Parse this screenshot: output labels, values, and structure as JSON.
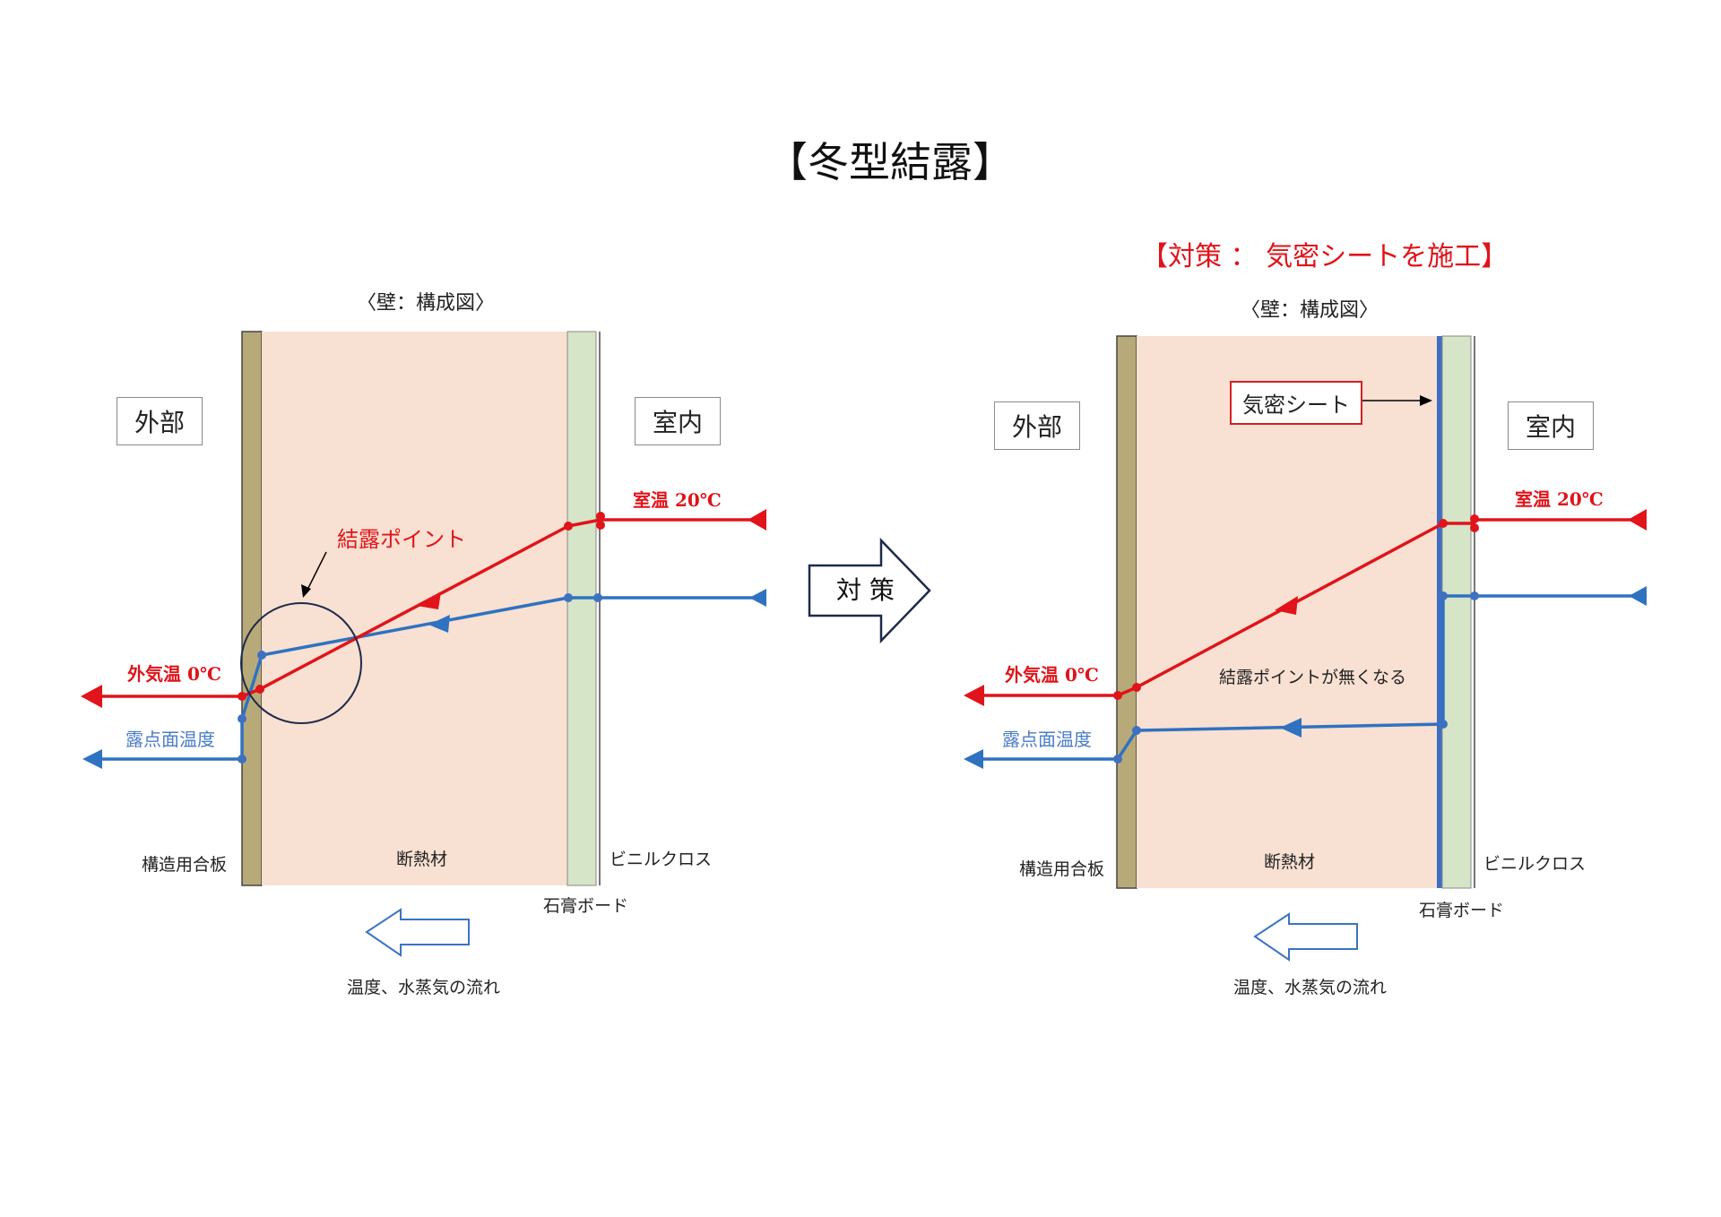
{
  "page_title": "【冬型結露】",
  "colors": {
    "plywood": "#b8aa78",
    "insulation": "#f8e0d2",
    "gypsum": "#d6e4c8",
    "temperature_line": "#e0141a",
    "dewpoint_line": "#2f72c0",
    "airtight_sheet": "#3f6fc4",
    "callout_circle": "#1e2a4a",
    "countermeasure_text": "#e0141a",
    "flow_arrow": "#3a74c2"
  },
  "panel_before": {
    "heading": "〈壁：構成図〉",
    "outside_label": "外部",
    "inside_label": "室内",
    "indoor_temp_label": "室温 20℃",
    "outdoor_temp_label": "外気温 0℃",
    "dewpoint_label": "露点面温度",
    "condensation_label": "結露ポイント",
    "plywood_label": "構造用合板",
    "insulation_label": "断熱材",
    "gypsum_label": "石膏ボード",
    "vinyl_label": "ビニルクロス",
    "flow_label": "温度、水蒸気の流れ"
  },
  "center_arrow_label": "対 策",
  "panel_after": {
    "countermeasure_title": "【対策 ： 気密シートを施工】",
    "heading": "〈壁：構成図〉",
    "outside_label": "外部",
    "inside_label": "室内",
    "sheet_label": "気密シート",
    "indoor_temp_label": "室温 20℃",
    "outdoor_temp_label": "外気温 0℃",
    "dewpoint_label": "露点面温度",
    "no_condensation_label": "結露ポイントが無くなる",
    "plywood_label": "構造用合板",
    "insulation_label": "断熱材",
    "gypsum_label": "石膏ボード",
    "vinyl_label": "ビニルクロス",
    "flow_label": "温度、水蒸気の流れ"
  }
}
